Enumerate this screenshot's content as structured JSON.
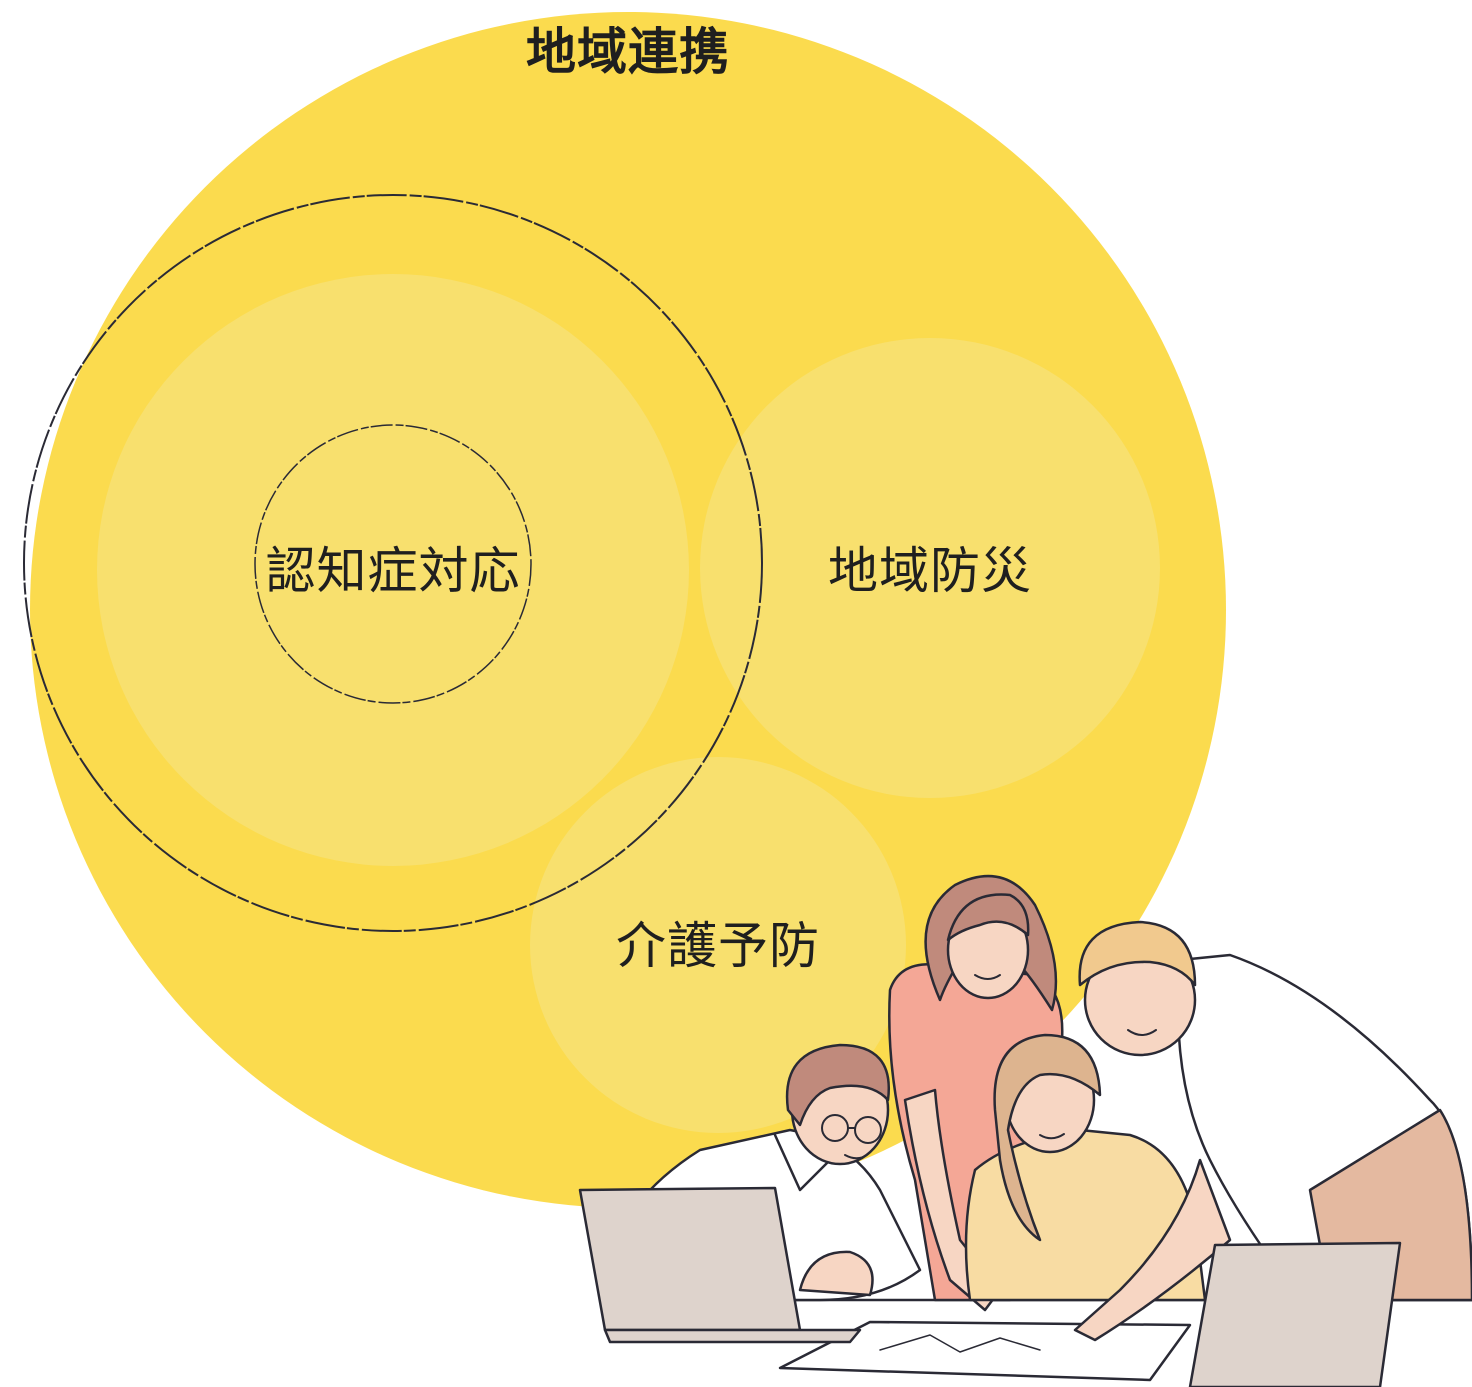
{
  "diagram": {
    "outer_circle_label": "地域連携",
    "circles": [
      {
        "id": "dementia",
        "label": "認知症対応"
      },
      {
        "id": "disaster",
        "label": "地域防災"
      },
      {
        "id": "care",
        "label": "介護予防"
      }
    ]
  },
  "illustration": {
    "subject": "people-collaborating-at-laptops-icon"
  },
  "colors": {
    "outer_fill": "#FBDB4E",
    "inner_fill": "#F8E06E",
    "outline": "#2a2a35",
    "text": "#1f1f1f",
    "skin": "#F7D6C3",
    "hair_brown": "#C08A7C",
    "hair_tan": "#DDB48F",
    "hair_blond": "#F1C98E",
    "shirt_pink": "#F4A796",
    "shirt_yellow": "#F8DCA3",
    "pants_tan": "#E4B9A0",
    "laptop": "#DED3CC"
  }
}
